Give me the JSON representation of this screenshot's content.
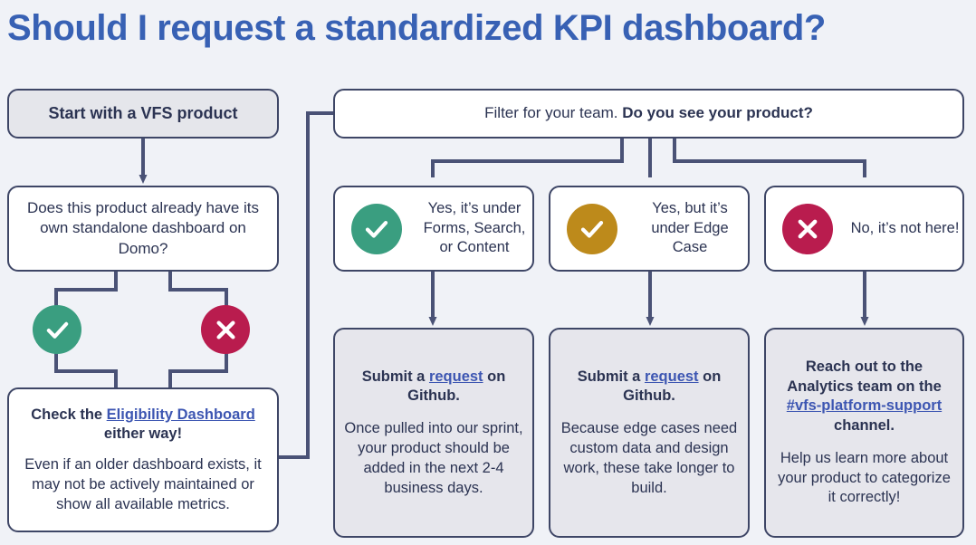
{
  "title": "Should I request a standardized KPI dashboard?",
  "colors": {
    "background": "#f0f2f7",
    "title_blue": "#3861b4",
    "line": "#3e4666",
    "text": "#2b3352",
    "link": "#3d56b2",
    "green": "#3a9e80",
    "gold": "#bd8a1b",
    "red": "#b91c4e",
    "box_white": "#ffffff",
    "box_gray": "#e5e6eb",
    "box_shade": "#e6e6ec"
  },
  "left_column": {
    "start_box": {
      "label": "Start with a VFS product"
    },
    "question_box": {
      "text": "Does this product already have its own standalone dashboard on Domo?"
    },
    "branch_icons": {
      "yes": "check-icon",
      "no": "cross-icon"
    },
    "eligibility_box": {
      "line1_before": "Check the ",
      "line1_link": "Eligibility Dashboard",
      "line1_after": " either way!",
      "paragraph": "Even if an older dashboard exists, it may not be actively maintained or show all available metrics."
    }
  },
  "right_column": {
    "filter_box": {
      "normal_text": "Filter for your team. ",
      "bold_text": "Do you see your product?"
    },
    "answers": [
      {
        "icon": "check-icon",
        "icon_color": "green",
        "label": "Yes, it’s under Forms, Search, or Content"
      },
      {
        "icon": "check-icon",
        "icon_color": "gold",
        "label": "Yes, but it’s under Edge Case"
      },
      {
        "icon": "cross-icon",
        "icon_color": "red",
        "label": "No, it’s not here!"
      }
    ],
    "outcomes": [
      {
        "headline_before": "Submit a ",
        "headline_link": "request",
        "headline_after": " on Github.",
        "body": "Once pulled into our sprint, your product should be added in the next 2-4 business days."
      },
      {
        "headline_before": "Submit a ",
        "headline_link": "request",
        "headline_after": " on Github.",
        "body": "Because edge cases need custom data and design work, these take longer to build."
      },
      {
        "headline_before": "Reach out to the Analytics team on the ",
        "headline_link": "#vfs-platform-support",
        "headline_after": " channel.",
        "body": "Help us  learn more about your product to categorize it correctly!"
      }
    ]
  }
}
